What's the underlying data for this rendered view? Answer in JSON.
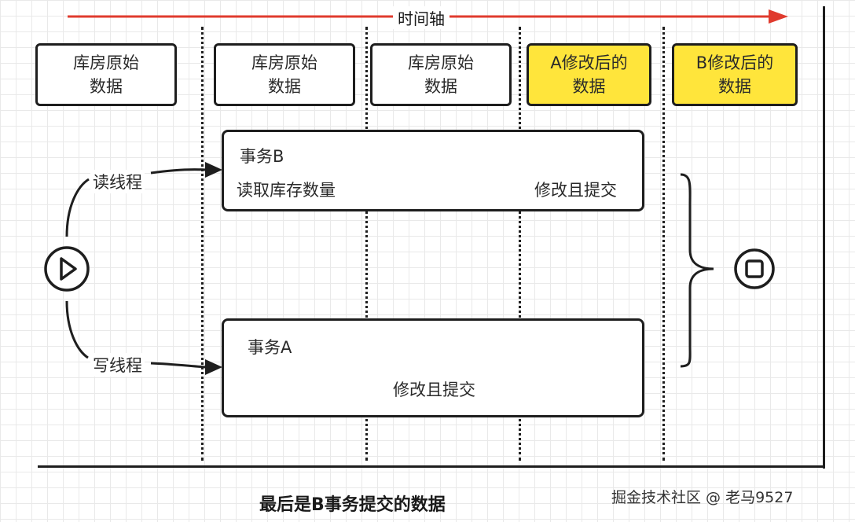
{
  "timeline": {
    "label": "时间轴",
    "color": "#e03b2e"
  },
  "states": [
    {
      "text": "库房原始\n数据",
      "highlight": false
    },
    {
      "text": "库房原始\n数据",
      "highlight": false
    },
    {
      "text": "库房原始\n数据",
      "highlight": false
    },
    {
      "text": "A修改后的\n数据",
      "highlight": true
    },
    {
      "text": "B修改后的\n数据",
      "highlight": true
    }
  ],
  "threads": {
    "read": "读线程",
    "write": "写线程"
  },
  "transaction_b": {
    "title": "事务B",
    "step1": "读取库存数量",
    "step2": "修改且提交"
  },
  "transaction_a": {
    "title": "事务A",
    "step1": "修改且提交"
  },
  "caption": "最后是B事务提交的数据",
  "watermark": "掘金技术社区 @ 老马9527",
  "icons": [
    "play-icon",
    "stop-icon"
  ],
  "highlight_color": "#ffe53b"
}
